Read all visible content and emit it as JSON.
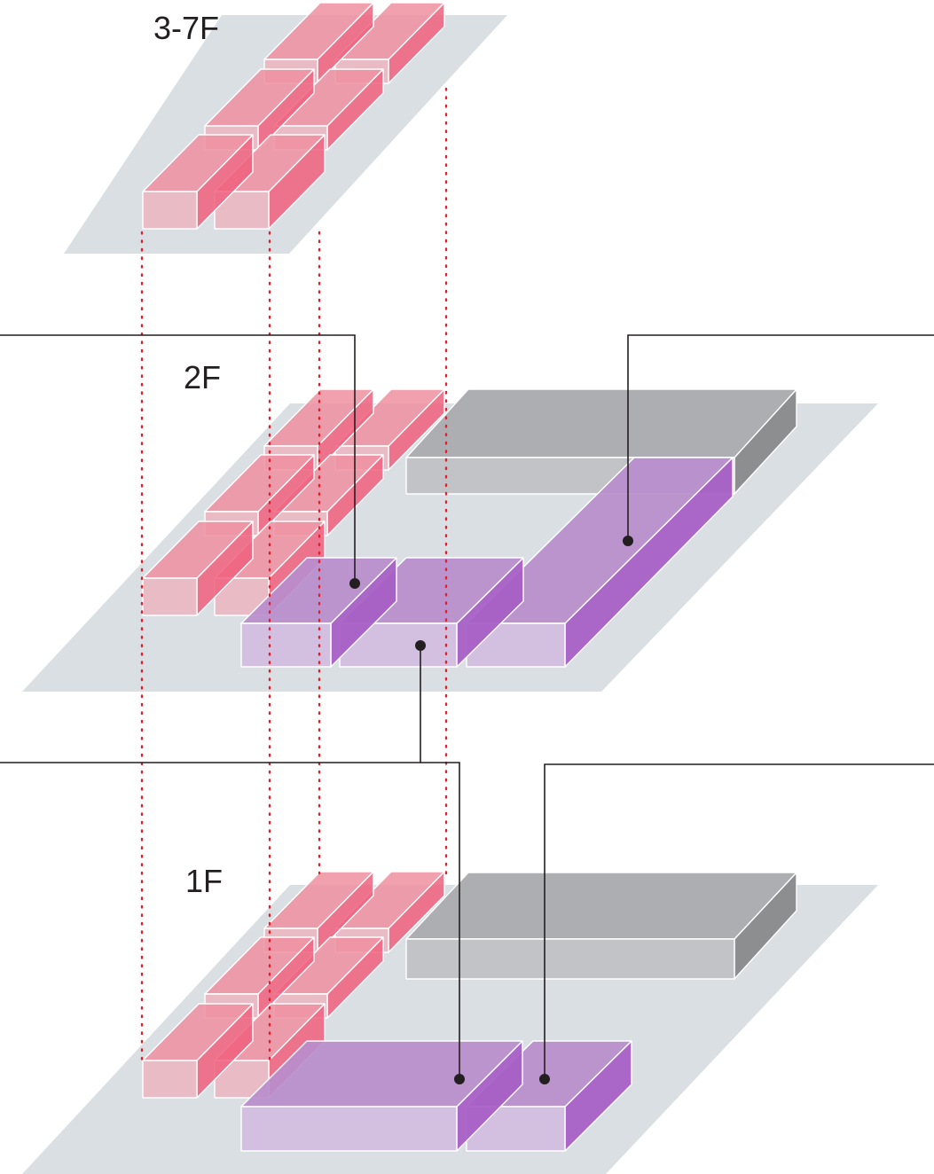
{
  "floors": [
    {
      "key": "f37",
      "label": "3-7F"
    },
    {
      "key": "f2",
      "label": "2F"
    },
    {
      "key": "f1",
      "label": "1F"
    }
  ],
  "colors": {
    "slab": "#d9dfe2",
    "red_top": "#ee8fa0",
    "red_front": "#eab5c0",
    "red_side": "#f0607e",
    "purple_top": "#b88dcc",
    "purple_front": "#d2bde0",
    "purple_side": "#a65cc4",
    "gray_top": "#acaeb1",
    "gray_front": "#c1c3c6",
    "gray_side": "#8c8e90",
    "dotted_line": "#e0202e",
    "leader_line": "#231f20"
  }
}
